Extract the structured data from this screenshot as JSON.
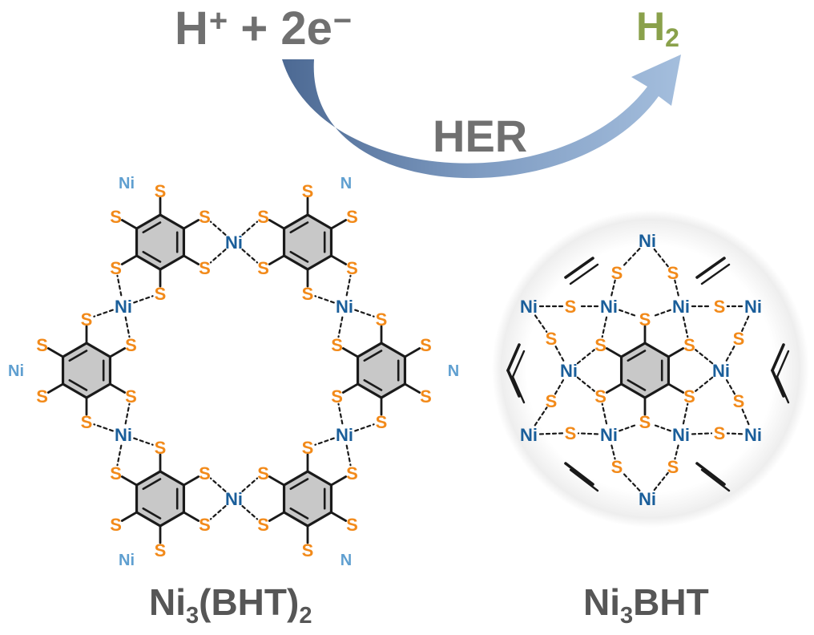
{
  "reaction": {
    "reactant_main": "H",
    "reactant_charge": "+",
    "reactant_rest": " + 2e",
    "electron_charge": "−",
    "product_main": "H",
    "product_sub": "2",
    "process": "HER"
  },
  "structures": {
    "left": {
      "name_main": "Ni",
      "name_sub1": "3",
      "name_mid": "(BHT)",
      "name_sub2": "2"
    },
    "right": {
      "name_main": "Ni",
      "name_sub1": "3",
      "name_rest": "BHT"
    }
  },
  "atoms": {
    "metal": "Ni",
    "ligand": "S",
    "edge_metal": "N"
  },
  "colors": {
    "metal": "#1a5e9a",
    "sulfur": "#f28a1a",
    "bond": "#1a1a1a",
    "ring_fill": "#c8c8c8",
    "arrow": "#6f8db4",
    "label_gray": "#707070",
    "product_green": "#8aa14b"
  }
}
